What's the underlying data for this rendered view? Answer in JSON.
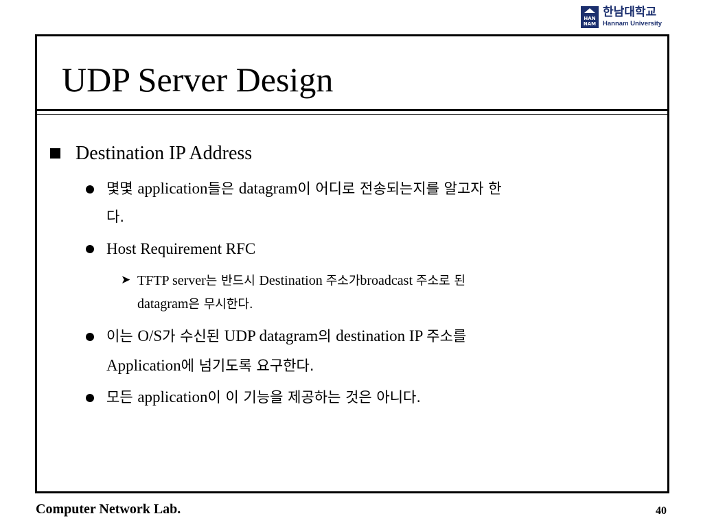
{
  "logo": {
    "korean_name": "한남대학교",
    "english_name": "Hannam University",
    "mark_text_top": "HAN",
    "mark_text_bottom": "NAM",
    "color": "#1b2f6e"
  },
  "slide": {
    "title": "UDP Server Design",
    "bullet_l1": "Destination IP Address",
    "b1_seg1": "몇몇 ",
    "b1_seg2": "application",
    "b1_seg3": "들은 ",
    "b1_seg4": "datagram",
    "b1_seg5": "이 어디로 전송되는지를 알고자 한",
    "b1_line2": "다.",
    "b2": "Host Requirement RFC",
    "sub_seg1": "TFTP server",
    "sub_seg2": "는 반드시 ",
    "sub_seg3": "Destination ",
    "sub_seg4": "주소가",
    "sub_seg5": "broadcast ",
    "sub_seg6": "주소로 된",
    "sub_line2_seg1": "datagram",
    "sub_line2_seg2": "은 무시한다.",
    "b3_seg1": "이는 ",
    "b3_seg2": "O/S",
    "b3_seg3": "가 수신된 ",
    "b3_seg4": "UDP datagram",
    "b3_seg5": "의 ",
    "b3_seg6": "destination IP ",
    "b3_seg7": "주소를",
    "b3_line2_seg1": "Application",
    "b3_line2_seg2": "에 넘기도록 요구한다.",
    "b4_seg1": "모든 ",
    "b4_seg2": "application",
    "b4_seg3": "이 이 기능을 제공하는 것은 아니다."
  },
  "footer": {
    "lab": "Computer Network Lab.",
    "page_number": "40"
  }
}
